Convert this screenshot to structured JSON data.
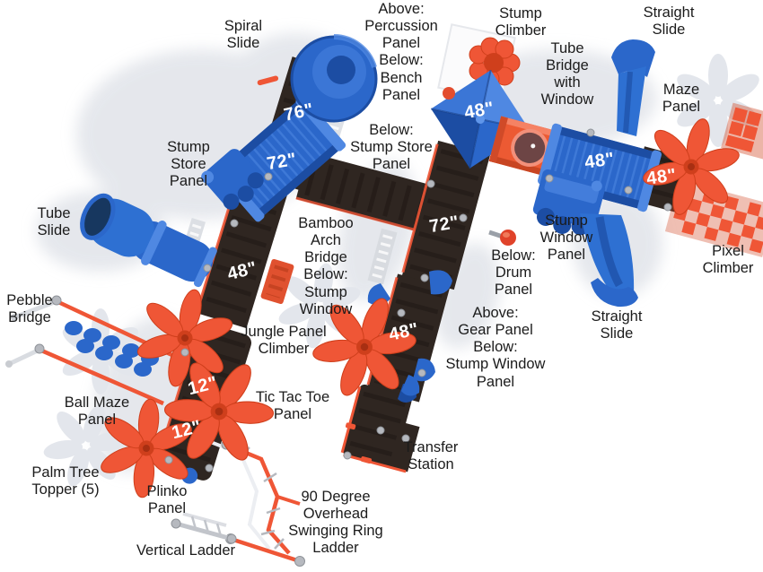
{
  "figure": {
    "type": "playground-equipment-top-view-diagram"
  },
  "colors": {
    "background": "#ffffff",
    "deck": "#2f2621",
    "blue_main": "#2b67ca",
    "blue_light": "#4f88e2",
    "blue_dark": "#1c4da3",
    "orange": "#ef5636",
    "orange_dark": "#cf3f1c",
    "shadow": "#dfe2e8",
    "ghost": "#e3e6ec",
    "post_gray": "#b6b9bf",
    "label_text": "#1b1b1b",
    "measure_text": "#ffffff"
  },
  "labels": [
    {
      "id": "spiral-slide",
      "text": "Spiral\nSlide"
    },
    {
      "id": "percussion-bench",
      "text": "Above:\nPercussion\nPanel\nBelow:\nBench\nPanel"
    },
    {
      "id": "stump-climber",
      "text": "Stump\nClimber"
    },
    {
      "id": "straight-slide-top",
      "text": "Straight\nSlide"
    },
    {
      "id": "tube-bridge-with-window",
      "text": "Tube\nBridge\nwith\nWindow"
    },
    {
      "id": "maze-panel",
      "text": "Maze\nPanel"
    },
    {
      "id": "stump-store-panel",
      "text": "Stump\nStore\nPanel"
    },
    {
      "id": "below-stump-store-panel",
      "text": "Below:\nStump Store\nPanel"
    },
    {
      "id": "tube-slide",
      "text": "Tube\nSlide"
    },
    {
      "id": "bamboo-arch-bridge",
      "text": "Bamboo\nArch\nBridge\nBelow:\nStump\nWindow"
    },
    {
      "id": "stump-window-panel",
      "text": "Stump\nWindow\nPanel"
    },
    {
      "id": "below-drum-panel",
      "text": "Below:\nDrum\nPanel"
    },
    {
      "id": "pixel-climber",
      "text": "Pixel\nClimber"
    },
    {
      "id": "pebble-bridge",
      "text": "Pebble\nBridge"
    },
    {
      "id": "above-gear-below-stump-window",
      "text": "Above:\nGear Panel\nBelow:\nStump Window\nPanel"
    },
    {
      "id": "straight-slide-bottom",
      "text": "Straight\nSlide"
    },
    {
      "id": "jungle-panel-climber",
      "text": "Jungle Panel\nClimber"
    },
    {
      "id": "ball-maze-panel",
      "text": "Ball Maze\nPanel"
    },
    {
      "id": "tic-tac-toe-panel",
      "text": "Tic Tac Toe\nPanel"
    },
    {
      "id": "palm-tree-topper",
      "text": "Palm Tree\nTopper (5)"
    },
    {
      "id": "plinko-panel",
      "text": "Plinko\nPanel"
    },
    {
      "id": "transfer-station",
      "text": "Transfer\nStation"
    },
    {
      "id": "swinging-ring-ladder",
      "text": "90 Degree\nOverhead\nSwinging Ring\nLadder"
    },
    {
      "id": "vertical-ladder",
      "text": "Vertical Ladder"
    }
  ],
  "measurements": [
    {
      "id": "deck-76",
      "text": "76\""
    },
    {
      "id": "bridge-72-left",
      "text": "72\""
    },
    {
      "id": "roof-48",
      "text": "48\""
    },
    {
      "id": "deck-72-right",
      "text": "72\""
    },
    {
      "id": "bridge-48-right",
      "text": "48\""
    },
    {
      "id": "deck-48-far-right",
      "text": "48\""
    },
    {
      "id": "deck-48-left",
      "text": "48\""
    },
    {
      "id": "deck-48-center",
      "text": "48\""
    },
    {
      "id": "deck-12-upper",
      "text": "12\""
    },
    {
      "id": "deck-12-lower",
      "text": "12\""
    }
  ]
}
